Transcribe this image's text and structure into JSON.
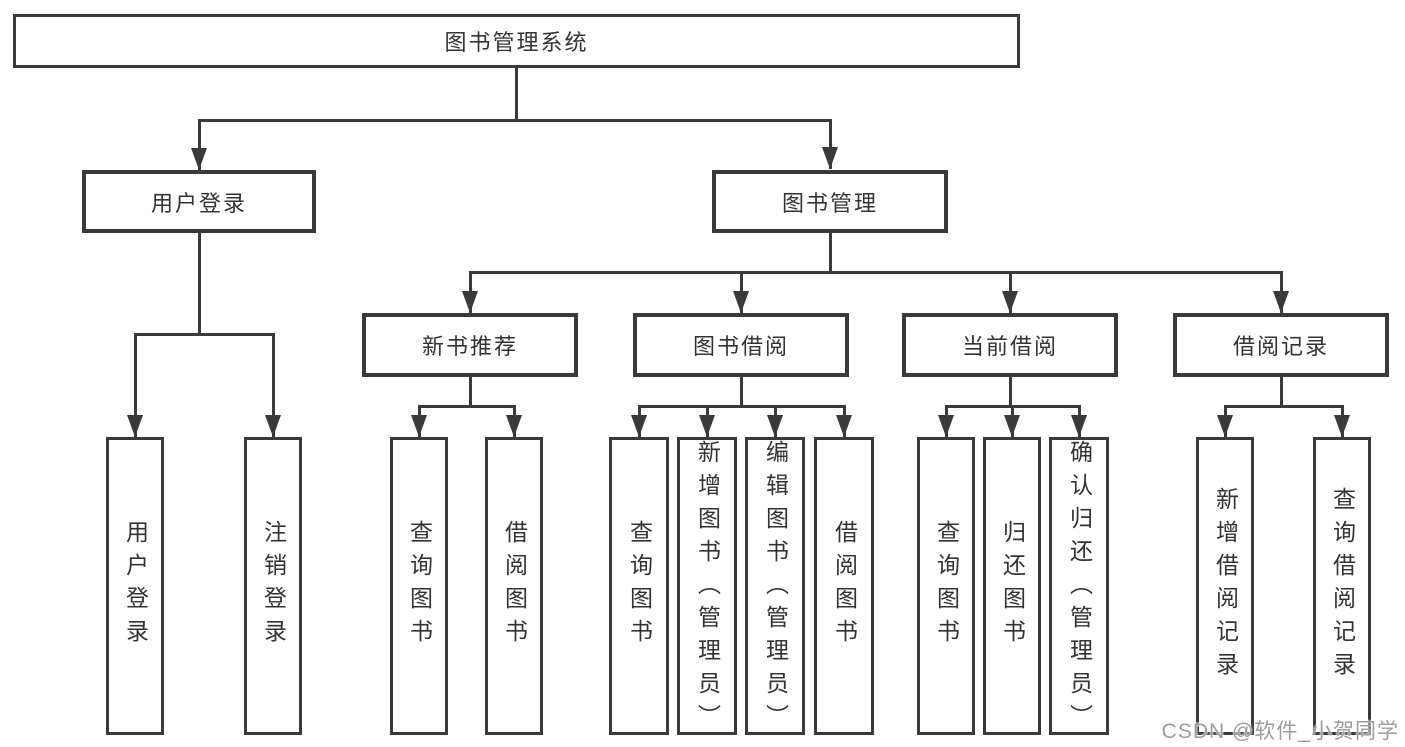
{
  "colors": {
    "background": "#ffffff",
    "box_border": "#3a3a3a",
    "connector_line": "#3a3a3a",
    "text": "#333333",
    "watermark": "#9d9d9d"
  },
  "watermark": "CSDN @软件_小贺同学",
  "tree": {
    "title": "图书管理系统",
    "branches": [
      {
        "label": "用户登录",
        "children": [
          {
            "label": "用户登录"
          },
          {
            "label": "注销登录"
          }
        ]
      },
      {
        "label": "图书管理",
        "children": [
          {
            "label": "新书推荐",
            "children": [
              {
                "label": "查询图书"
              },
              {
                "label": "借阅图书"
              }
            ]
          },
          {
            "label": "图书借阅",
            "children": [
              {
                "label": "查询图书"
              },
              {
                "label": "新增图书（管理员）"
              },
              {
                "label": "编辑图书（管理员）"
              },
              {
                "label": "借阅图书"
              }
            ]
          },
          {
            "label": "当前借阅",
            "children": [
              {
                "label": "查询图书"
              },
              {
                "label": "归还图书"
              },
              {
                "label": "确认归还（管理员）"
              }
            ]
          },
          {
            "label": "借阅记录",
            "children": [
              {
                "label": "新增借阅记录"
              },
              {
                "label": "查询借阅记录"
              }
            ]
          }
        ]
      }
    ]
  }
}
